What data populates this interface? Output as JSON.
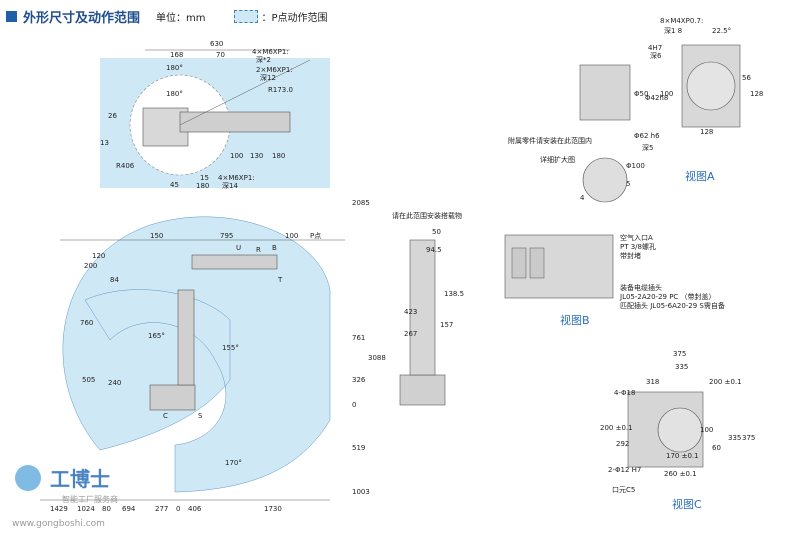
{
  "header": {
    "title": "外形尺寸及动作范围",
    "unit": "单位：mm",
    "legend": "：P点动作范围"
  },
  "top_view": {
    "dims": [
      "168",
      "630",
      "70",
      "4×M6XP1:",
      "深*2",
      "2×M6XP1:",
      "深12",
      "R173.0",
      "180°",
      "180°",
      "26",
      "13",
      "R406",
      "100",
      "130",
      "180",
      "15",
      "45",
      "180",
      "4×M6XP1:",
      "深14"
    ]
  },
  "side_view": {
    "dims": [
      "150",
      "795",
      "100",
      "P点",
      "U",
      "R",
      "B",
      "T",
      "120",
      "200",
      "84",
      "760",
      "505",
      "240",
      "165°",
      "155°",
      "761",
      "326",
      "0",
      "519",
      "1003",
      "2085",
      "3088",
      "170°",
      "C",
      "S",
      "1429",
      "1024",
      "80",
      "694",
      "277",
      "0",
      "406",
      "1730"
    ]
  },
  "front_view": {
    "note": "请在此范围安装搭载物",
    "dims": [
      "50",
      "94.5",
      "138.5",
      "423",
      "157",
      "267"
    ]
  },
  "view_a": {
    "label": "视图A",
    "notes": [
      "附属零件请安装在此范围内",
      "详细扩大图"
    ],
    "dims": [
      "8×M4XP0.7:",
      "深1 8",
      "22.5°",
      "4H7",
      "深6",
      "Φ50",
      "Φ42h8",
      "100",
      "56",
      "128",
      "128",
      "Φ62 h6",
      "深5",
      "Φ100",
      "5",
      "4"
    ]
  },
  "view_b": {
    "label": "视图B",
    "notes": [
      "空气入口A",
      "PT 3/8螺孔",
      "带封堵",
      "装备电缆插头",
      "JL05-2A20-29 PC （带封盖）",
      "匹配插头 JL05-6A20-29 S需自备"
    ]
  },
  "view_c": {
    "label": "视图C",
    "dims": [
      "375",
      "335",
      "318",
      "200 ±0.1",
      "4-Φ18",
      "200 ±0.1",
      "292",
      "170 ±0.1",
      "100",
      "60",
      "335",
      "375",
      "2-Φ12 H7",
      "260 ±0.1",
      "口元C5"
    ]
  },
  "watermark": {
    "brand": "工博士",
    "tagline": "智能工厂服务商",
    "url": "www.gongboshi.com"
  },
  "colors": {
    "area": "#cfe8f5",
    "accent": "#1f5fa8",
    "title": "#1f4f8f"
  }
}
